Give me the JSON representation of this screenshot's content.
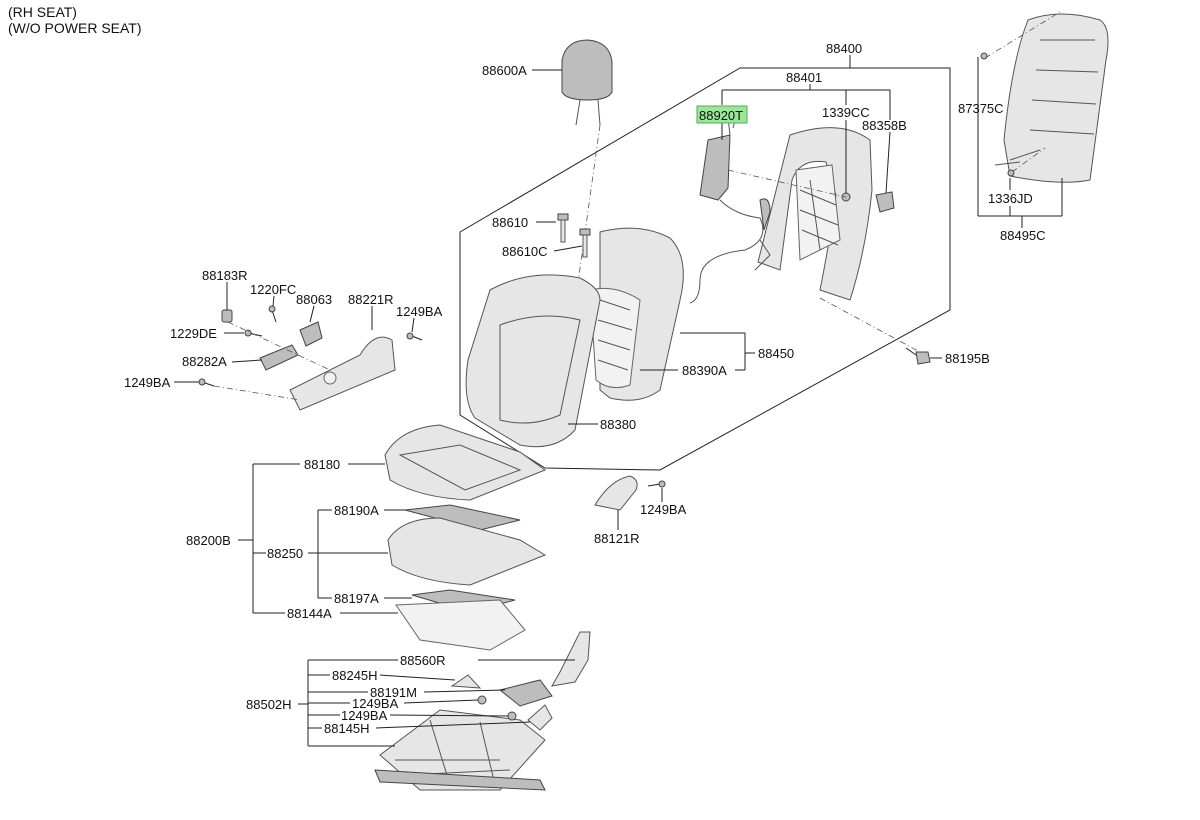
{
  "header": {
    "line1": "(RH SEAT)",
    "line2": "(W/O POWER SEAT)"
  },
  "labels": {
    "p88600A": "88600A",
    "p88400": "88400",
    "p88401": "88401",
    "p88920T": "88920T",
    "p1339CC": "1339CC",
    "p88358B": "88358B",
    "p87375C": "87375C",
    "p1336JD": "1336JD",
    "p88495C": "88495C",
    "p88610": "88610",
    "p88610C": "88610C",
    "p88183R": "88183R",
    "p1220FC": "1220FC",
    "p88063": "88063",
    "p88221R": "88221R",
    "p1249BA_a": "1249BA",
    "p1229DE": "1229DE",
    "p88282A": "88282A",
    "p1249BA_b": "1249BA",
    "p88450": "88450",
    "p88390A": "88390A",
    "p88195B": "88195B",
    "p88380": "88380",
    "p88180": "88180",
    "p1249BA_c": "1249BA",
    "p88121R": "88121R",
    "p88190A": "88190A",
    "p88200B": "88200B",
    "p88250": "88250",
    "p88197A": "88197A",
    "p88144A": "88144A",
    "p88560R": "88560R",
    "p88245H": "88245H",
    "p88191M": "88191M",
    "p88502H": "88502H",
    "p1249BA_d": "1249BA",
    "p1249BA_e": "1249BA",
    "p88145H": "88145H"
  },
  "highlight": {
    "part": "88920T",
    "color": "#9be69b"
  },
  "colors": {
    "line": "#222222",
    "part_fill": "#e6e6e6",
    "part_dark": "#bdbdbd"
  }
}
